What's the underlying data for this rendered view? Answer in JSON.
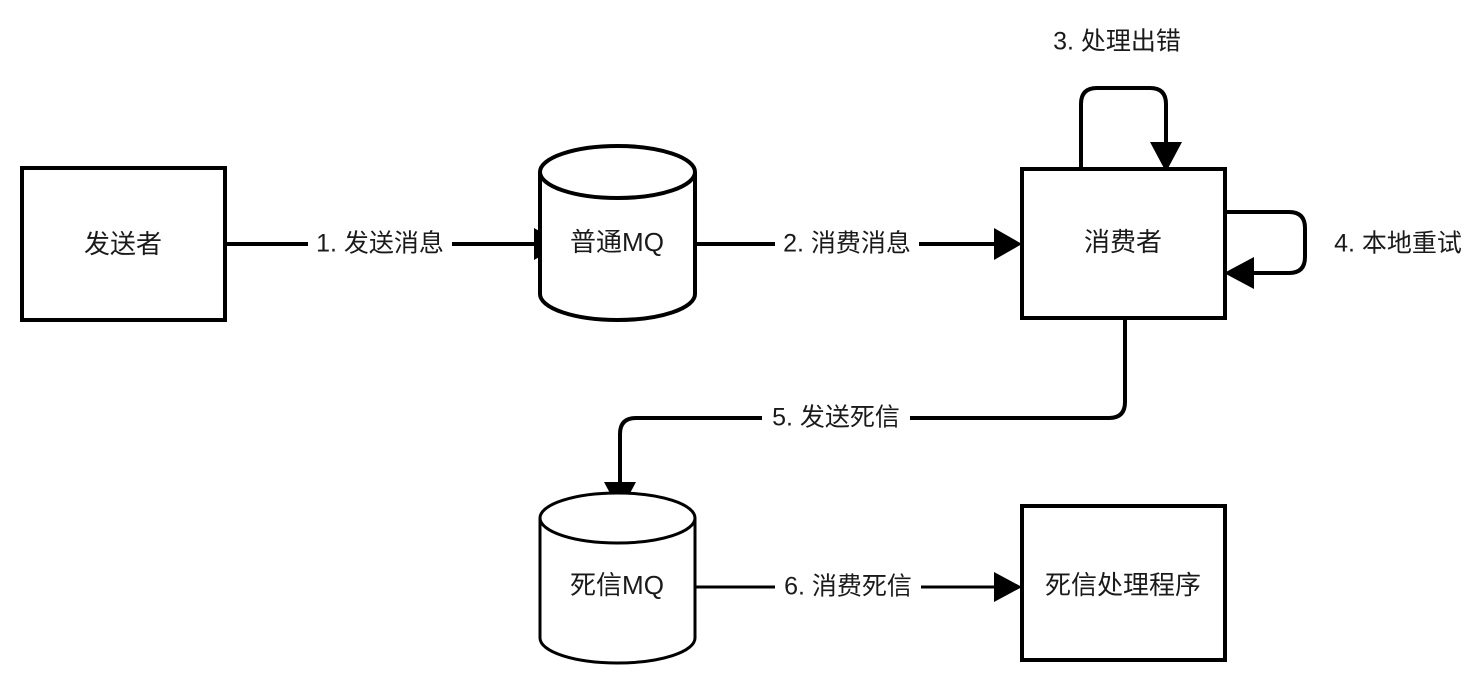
{
  "diagram": {
    "title": "MQ dead letter retry flow",
    "background_color": "#ffffff",
    "stroke_color": "#000000",
    "text_color": "#1a1a1a",
    "nodes": [
      {
        "id": "sender",
        "label": "发送者",
        "shape": "rectangle"
      },
      {
        "id": "normal_mq",
        "label": "普通MQ",
        "shape": "cylinder"
      },
      {
        "id": "consumer",
        "label": "消费者",
        "shape": "rectangle"
      },
      {
        "id": "dead_mq",
        "label": "死信MQ",
        "shape": "cylinder"
      },
      {
        "id": "dead_handler",
        "label": "死信处理程序",
        "shape": "rectangle"
      }
    ],
    "edges": [
      {
        "id": "e1",
        "label": "1. 发送消息",
        "from": "sender",
        "to": "normal_mq"
      },
      {
        "id": "e2",
        "label": "2. 消费消息",
        "from": "normal_mq",
        "to": "consumer"
      },
      {
        "id": "e3",
        "label": "3. 处理出错",
        "from": "consumer",
        "to": "consumer"
      },
      {
        "id": "e4",
        "label": "4. 本地重试",
        "from": "consumer",
        "to": "consumer"
      },
      {
        "id": "e5",
        "label": "5. 发送死信",
        "from": "consumer",
        "to": "dead_mq"
      },
      {
        "id": "e6",
        "label": "6. 消费死信",
        "from": "dead_mq",
        "to": "dead_handler"
      }
    ]
  }
}
